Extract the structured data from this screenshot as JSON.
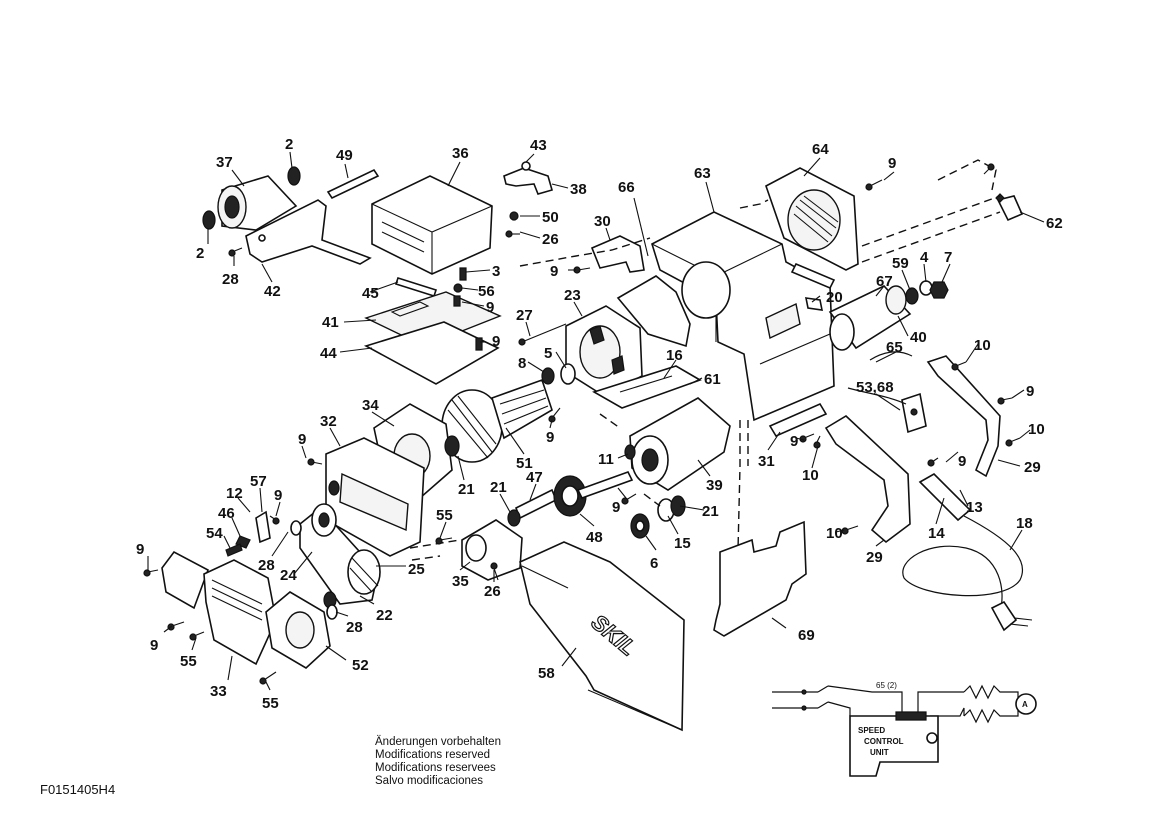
{
  "callouts": [
    {
      "id": "c1",
      "text": "37"
    },
    {
      "id": "c2",
      "text": "2"
    },
    {
      "id": "c3",
      "text": "49"
    },
    {
      "id": "c4",
      "text": "36"
    },
    {
      "id": "c5",
      "text": "43"
    },
    {
      "id": "c6",
      "text": "38"
    },
    {
      "id": "c7",
      "text": "50"
    },
    {
      "id": "c8",
      "text": "26"
    },
    {
      "id": "c9",
      "text": "2"
    },
    {
      "id": "c10",
      "text": "28"
    },
    {
      "id": "c11",
      "text": "42"
    },
    {
      "id": "c12",
      "text": "3"
    },
    {
      "id": "c13",
      "text": "45"
    },
    {
      "id": "c14",
      "text": "56"
    },
    {
      "id": "c15",
      "text": "9"
    },
    {
      "id": "c16",
      "text": "41"
    },
    {
      "id": "c17",
      "text": "44"
    },
    {
      "id": "c18",
      "text": "9"
    },
    {
      "id": "c19",
      "text": "27"
    },
    {
      "id": "c20",
      "text": "23"
    },
    {
      "id": "c21",
      "text": "30"
    },
    {
      "id": "c22",
      "text": "9"
    },
    {
      "id": "c23",
      "text": "66"
    },
    {
      "id": "c24",
      "text": "63"
    },
    {
      "id": "c25",
      "text": "64"
    },
    {
      "id": "c26",
      "text": "9"
    },
    {
      "id": "c27",
      "text": "62"
    },
    {
      "id": "c28",
      "text": "5"
    },
    {
      "id": "c29",
      "text": "8"
    },
    {
      "id": "c30",
      "text": "16"
    },
    {
      "id": "c31",
      "text": "61"
    },
    {
      "id": "c32",
      "text": "20"
    },
    {
      "id": "c33",
      "text": "59"
    },
    {
      "id": "c34",
      "text": "4"
    },
    {
      "id": "c35",
      "text": "7"
    },
    {
      "id": "c36",
      "text": "67"
    },
    {
      "id": "c37",
      "text": "40"
    },
    {
      "id": "c38",
      "text": "65"
    },
    {
      "id": "c39",
      "text": "53,68"
    },
    {
      "id": "c40",
      "text": "10"
    },
    {
      "id": "c41",
      "text": "9"
    },
    {
      "id": "c42",
      "text": "10"
    },
    {
      "id": "c43",
      "text": "29"
    },
    {
      "id": "c44",
      "text": "34"
    },
    {
      "id": "c45",
      "text": "32"
    },
    {
      "id": "c46",
      "text": "9"
    },
    {
      "id": "c47",
      "text": "51"
    },
    {
      "id": "c48",
      "text": "9"
    },
    {
      "id": "c49",
      "text": "21"
    },
    {
      "id": "c50",
      "text": "11"
    },
    {
      "id": "c51",
      "text": "39"
    },
    {
      "id": "c52",
      "text": "31"
    },
    {
      "id": "c53",
      "text": "9"
    },
    {
      "id": "c54",
      "text": "10"
    },
    {
      "id": "c55",
      "text": "9"
    },
    {
      "id": "c56",
      "text": "13"
    },
    {
      "id": "c57",
      "text": "14"
    },
    {
      "id": "c58",
      "text": "18"
    },
    {
      "id": "c59",
      "text": "10"
    },
    {
      "id": "c60",
      "text": "29"
    },
    {
      "id": "c61",
      "text": "57"
    },
    {
      "id": "c62",
      "text": "12"
    },
    {
      "id": "c63",
      "text": "9"
    },
    {
      "id": "c64",
      "text": "46"
    },
    {
      "id": "c65",
      "text": "54"
    },
    {
      "id": "c66",
      "text": "9"
    },
    {
      "id": "c67",
      "text": "28"
    },
    {
      "id": "c68",
      "text": "24"
    },
    {
      "id": "c69",
      "text": "25"
    },
    {
      "id": "c70",
      "text": "55"
    },
    {
      "id": "c71",
      "text": "21"
    },
    {
      "id": "c72",
      "text": "47"
    },
    {
      "id": "c73",
      "text": "9"
    },
    {
      "id": "c74",
      "text": "48"
    },
    {
      "id": "c75",
      "text": "21"
    },
    {
      "id": "c76",
      "text": "15"
    },
    {
      "id": "c77",
      "text": "6"
    },
    {
      "id": "c78",
      "text": "35"
    },
    {
      "id": "c79",
      "text": "26"
    },
    {
      "id": "c80",
      "text": "22"
    },
    {
      "id": "c81",
      "text": "28"
    },
    {
      "id": "c82",
      "text": "52"
    },
    {
      "id": "c83",
      "text": "9"
    },
    {
      "id": "c84",
      "text": "55"
    },
    {
      "id": "c85",
      "text": "33"
    },
    {
      "id": "c86",
      "text": "55"
    },
    {
      "id": "c87",
      "text": "58"
    },
    {
      "id": "c88",
      "text": "69"
    }
  ],
  "brand_label": "SKIL",
  "circuit": {
    "part_ref": "65 (2)",
    "unit_lines": [
      "SPEED",
      "CONTROL",
      "UNIT"
    ],
    "meter_symbol": "A"
  },
  "notice": [
    "Änderungen vorbehalten",
    "Modifications reserved",
    "Modifications reservees",
    "Salvo modificaciones"
  ],
  "drawing_number": "F0151405H4"
}
